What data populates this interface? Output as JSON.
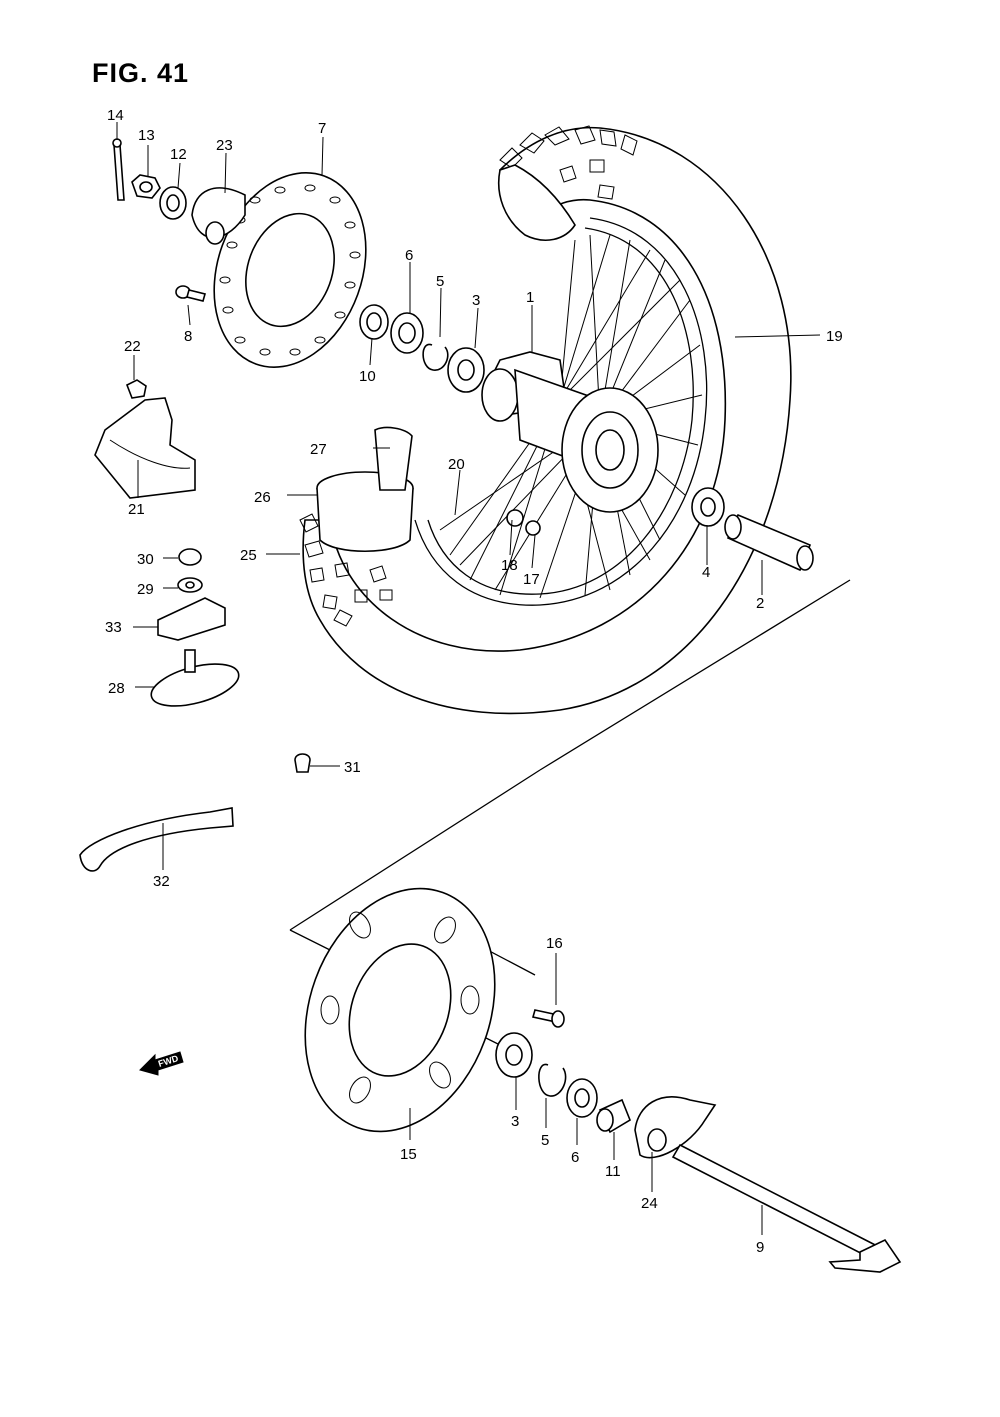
{
  "figure": {
    "title": "FIG. 41"
  },
  "fwd_marker": "FWD",
  "parts": [
    {
      "ref": "1"
    },
    {
      "ref": "2"
    },
    {
      "ref": "3"
    },
    {
      "ref": "4"
    },
    {
      "ref": "5"
    },
    {
      "ref": "6"
    },
    {
      "ref": "7"
    },
    {
      "ref": "8"
    },
    {
      "ref": "9"
    },
    {
      "ref": "10"
    },
    {
      "ref": "11"
    },
    {
      "ref": "12"
    },
    {
      "ref": "13"
    },
    {
      "ref": "14"
    },
    {
      "ref": "15"
    },
    {
      "ref": "16"
    },
    {
      "ref": "17"
    },
    {
      "ref": "18"
    },
    {
      "ref": "19"
    },
    {
      "ref": "20"
    },
    {
      "ref": "21"
    },
    {
      "ref": "22"
    },
    {
      "ref": "23"
    },
    {
      "ref": "24"
    },
    {
      "ref": "25"
    },
    {
      "ref": "26"
    },
    {
      "ref": "27"
    },
    {
      "ref": "28"
    },
    {
      "ref": "29"
    },
    {
      "ref": "30"
    },
    {
      "ref": "31"
    },
    {
      "ref": "32"
    },
    {
      "ref": "33"
    },
    {
      "ref": "3"
    },
    {
      "ref": "5"
    },
    {
      "ref": "6"
    }
  ]
}
